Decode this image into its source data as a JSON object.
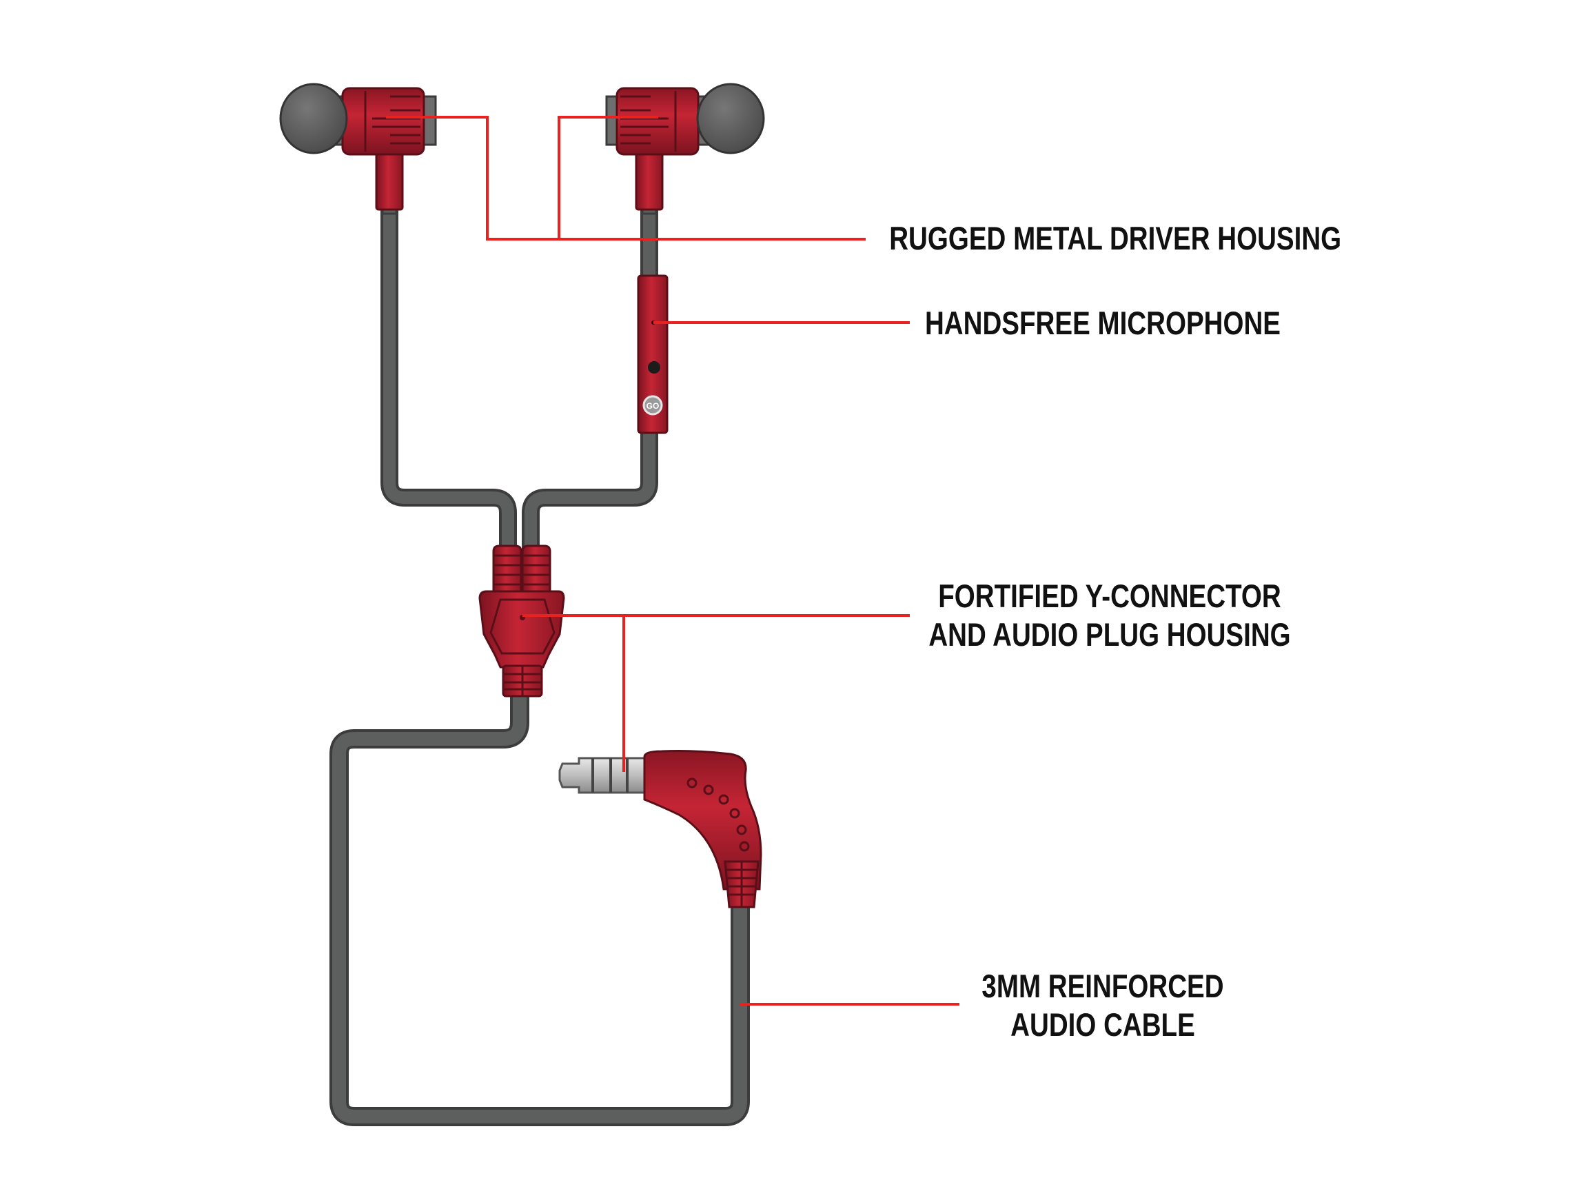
{
  "colors": {
    "accent": "#e8231f",
    "cable": "#5d5f5f",
    "cable_outline": "#3c3c3c",
    "body": "#b01e2c",
    "body_dark": "#7a1420",
    "eartip": "#5c5c5c",
    "background": "#ffffff"
  },
  "labels": {
    "driver": "RUGGED METAL DRIVER HOUSING",
    "microphone": "HANDSFREE MICROPHONE",
    "connector_line1": "FORTIFIED Y-CONNECTOR",
    "connector_line2": "AND AUDIO PLUG HOUSING",
    "cable_line1": "3MM REINFORCED",
    "cable_line2": "AUDIO CABLE"
  },
  "mic_logo": "GO"
}
